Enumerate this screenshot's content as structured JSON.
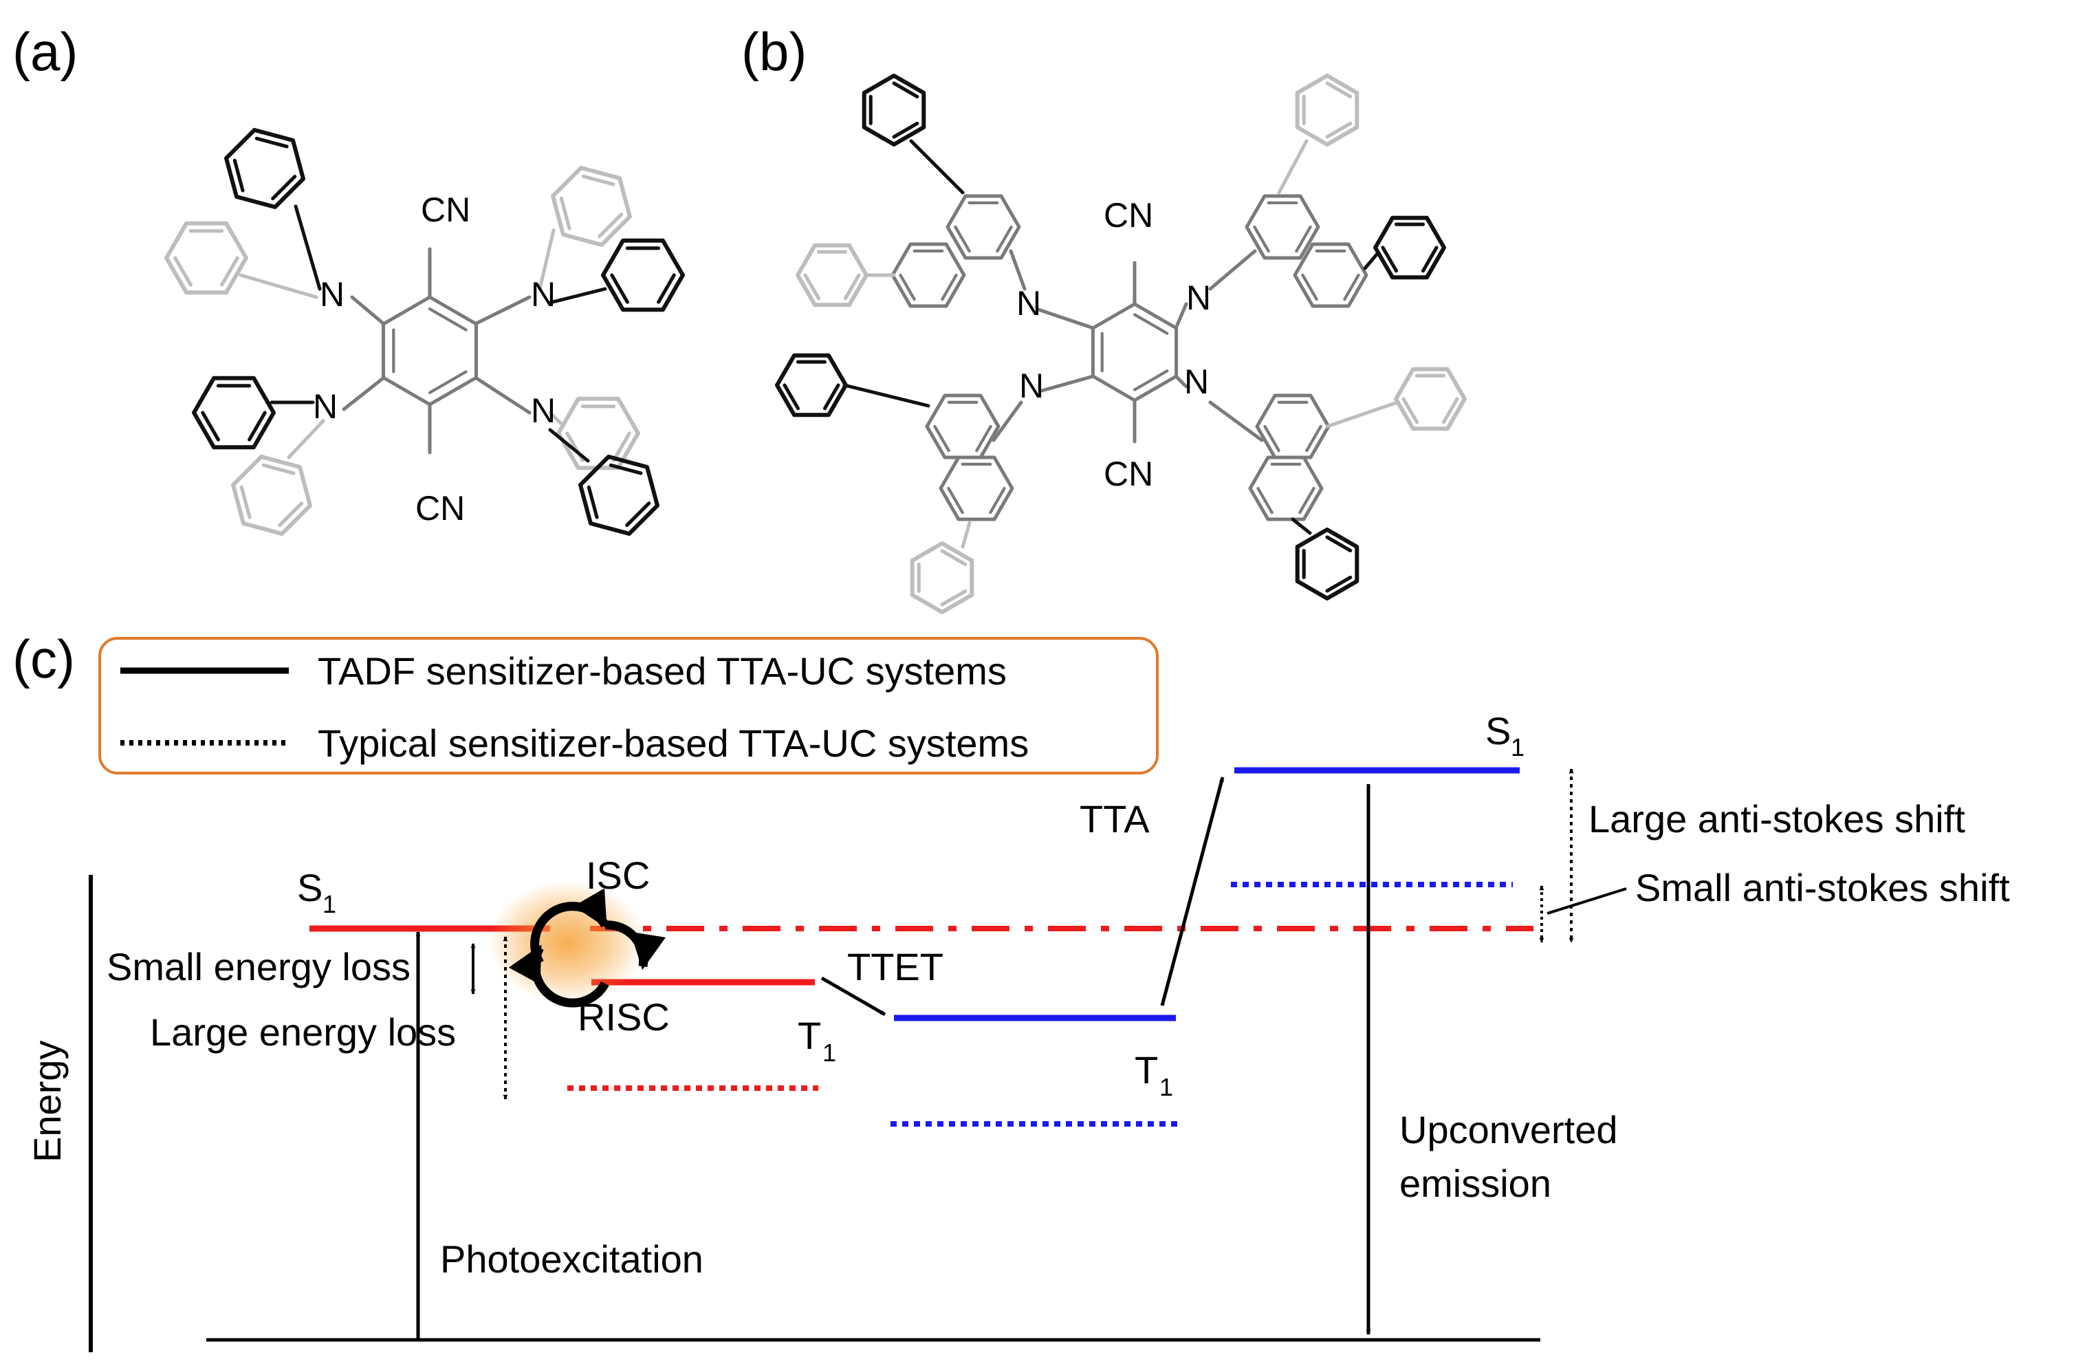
{
  "panels": {
    "a": "(a)",
    "b": "(b)",
    "c": "(c)"
  },
  "atoms": {
    "nitrogen": "N",
    "nitrile": "CN"
  },
  "legend": {
    "solid_label": "TADF sensitizer-based TTA-UC systems",
    "dotted_label": "Typical sensitizer-based TTA-UC systems"
  },
  "levels": {
    "singlet": "S",
    "triplet": "T",
    "subscript": "1"
  },
  "processes": {
    "isc": "ISC",
    "risc": "RISC",
    "ttet": "TTET",
    "tta": "TTA",
    "photoexcitation": "Photoexcitation",
    "upconverted_line1": "Upconverted",
    "upconverted_line2": "emission"
  },
  "annotations": {
    "small_energy_loss": "Small energy loss",
    "large_energy_loss": "Large energy loss",
    "large_shift": "Large anti-stokes shift",
    "small_shift": "Small anti-stokes shift"
  },
  "axis": {
    "y_label": "Energy"
  },
  "colors": {
    "sensitizer": "#ee1c1c",
    "emitter": "#1a1aee",
    "legend_border": "#e07a2c",
    "glow": "#f5a033",
    "light_ring": "#bdbdbd",
    "dark_ring": "#111111",
    "core_ring": "#7a7a7a"
  }
}
